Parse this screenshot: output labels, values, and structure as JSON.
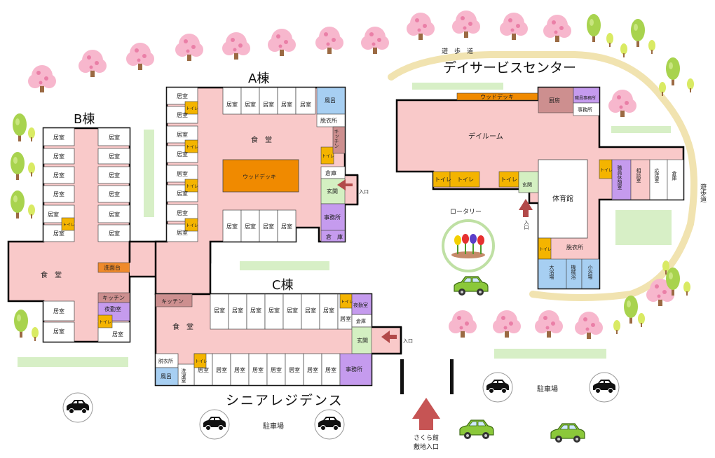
{
  "colors": {
    "floor": "#f9c9c9",
    "wall": "#000000",
    "lawn": "#d7efc6",
    "path": "#f1e3b0",
    "toilet": "#f4b400",
    "office": "#c59bee",
    "bath": "#a7cff2",
    "entrance": "#d4f0c2",
    "kitchen": "#cd8f8f",
    "laundry": "#ef8a2a",
    "deck": "#f08a00",
    "arrow": "#b24a4a"
  },
  "buildings": {
    "a": "A棟",
    "b": "B棟",
    "c": "C棟",
    "day": "デイサービスセンター",
    "senior": "シニアレジデンス"
  },
  "labels": {
    "room": "居室",
    "toilet": "トイレ",
    "toilet_small": "トイレ",
    "dining": "食　堂",
    "wood_deck": "ウッドデッキ",
    "bath": "風呂",
    "dressing": "脱衣所",
    "kitchen": "キッチン",
    "storage": "倉庫",
    "storage2": "倉　庫",
    "entrance": "玄関",
    "entry": "入口",
    "office": "事務所",
    "night_room": "夜勤室",
    "washstand": "洗面台",
    "laundry_room": "洗濯室",
    "day_room": "デイルーム",
    "gym": "体育館",
    "staff_office": "職員事務所",
    "kitchen2": "厨房",
    "staff_rest": "職員休憩室",
    "consult": "相談室",
    "reception": "応接室",
    "warehouse": "倉庫",
    "big_bath": "大浴場",
    "machine_bath": "機械浴",
    "small_bath": "小浴場",
    "rotary": "ロータリー",
    "walkway": "遊　歩　道",
    "walkway_v": "遊歩道",
    "parking": "駐車場",
    "site_entry": "さくら館",
    "site_entry2": "敷地入口"
  }
}
